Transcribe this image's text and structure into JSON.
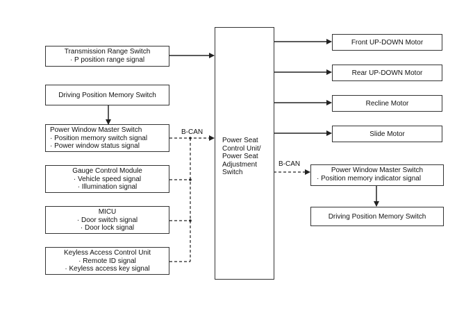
{
  "center_unit": {
    "lines": [
      "Power Seat",
      "Control Unit/",
      "Power Seat",
      "Adjustment",
      "Switch"
    ]
  },
  "inputs": {
    "transmission": {
      "title": "Transmission Range Switch",
      "signals": [
        "· P position range signal"
      ]
    },
    "dpms_top": {
      "title": "Driving Position Memory Switch"
    },
    "pwms_left": {
      "title": "Power Window Master Switch",
      "signals": [
        "· Position memory switch signal",
        "· Power window status signal"
      ]
    },
    "gauge": {
      "title": "Gauge Control Module",
      "signals": [
        "· Vehicle speed signal",
        "· Illumination signal"
      ]
    },
    "micu": {
      "title": "MICU",
      "signals": [
        "· Door switch signal",
        "· Door lock signal"
      ]
    },
    "keyless": {
      "title": "Keyless Access Control Unit",
      "signals": [
        "· Remote ID signal",
        "· Keyless access key signal"
      ]
    }
  },
  "outputs": {
    "front_motor": "Front UP-DOWN Motor",
    "rear_motor": "Rear UP-DOWN Motor",
    "recline_motor": "Recline Motor",
    "slide_motor": "Slide Motor",
    "pwms_right": {
      "title": "Power Window Master Switch",
      "signals": [
        "· Position memory indicator signal"
      ]
    },
    "dpms_bottom": "Driving Position Memory Switch"
  },
  "bus": {
    "left_label": "B-CAN",
    "right_label": "B-CAN"
  }
}
